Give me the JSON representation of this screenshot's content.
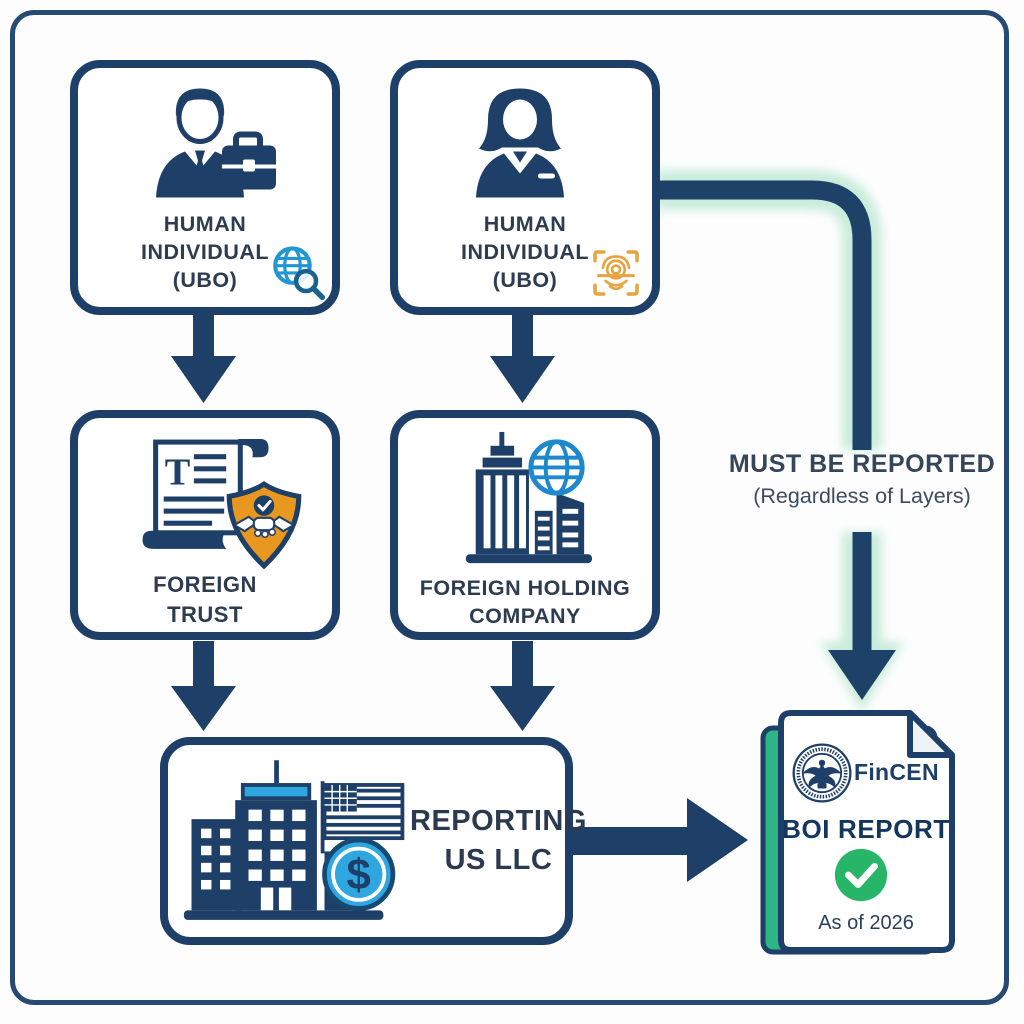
{
  "diagram": {
    "nodes": {
      "ubo_left": {
        "lines": [
          "HUMAN",
          "INDIVIDUAL",
          "(UBO)"
        ],
        "icons": [
          "businessman-briefcase-icon",
          "globe-search-icon"
        ]
      },
      "ubo_right": {
        "lines": [
          "HUMAN",
          "INDIVIDUAL",
          "(UBO)"
        ],
        "icons": [
          "businesswoman-icon",
          "fingerprint-scan-icon"
        ]
      },
      "trust": {
        "lines": [
          "FOREIGN",
          "TRUST"
        ],
        "scroll_letter": "T",
        "icons": [
          "trust-deed-scroll-icon",
          "shield-handshake-icon"
        ]
      },
      "holding": {
        "lines": [
          "FOREIGN HOLDING",
          "COMPANY"
        ],
        "icons": [
          "skyscraper-globe-icon"
        ]
      },
      "llc": {
        "lines": [
          "REPORTING",
          "US LLC"
        ],
        "currency_symbol": "$",
        "icons": [
          "us-building-flag-icon",
          "dollar-coin-icon"
        ]
      }
    },
    "annotation": {
      "line1": "MUST BE REPORTED",
      "line2": "(Regardless of Layers)"
    },
    "report": {
      "agency": "FinCEN",
      "title": "BOI REPORT",
      "note": "As of 2026",
      "icons": [
        "fincen-seal-icon",
        "green-check-icon"
      ]
    },
    "colors": {
      "navy": "#1e3f68",
      "label_text": "#2e3c4f",
      "orange": "#e8971f",
      "gold": "#e8a33c",
      "globe_blue": "#1e88cc",
      "coin_blue": "#2ea7e0",
      "check_green": "#27b567",
      "doc_green": "#2db584",
      "glow_mint": "#bfe9d4"
    }
  }
}
